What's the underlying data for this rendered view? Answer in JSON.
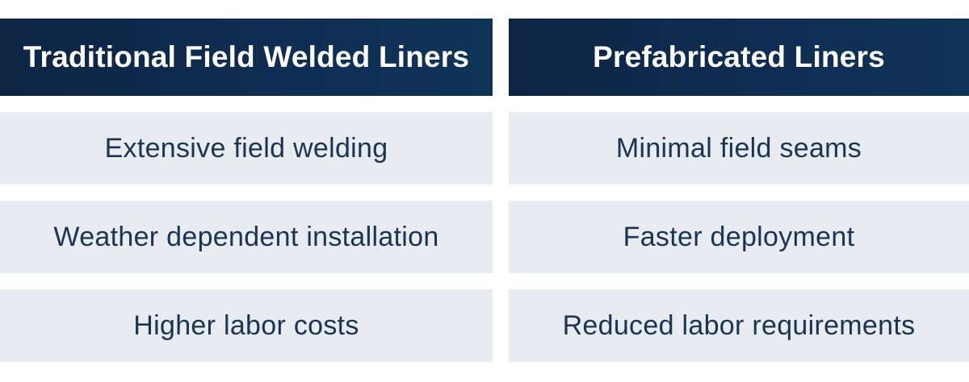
{
  "headers": [
    "Traditional Field Welded Liners",
    "Prefabricated Liners"
  ],
  "rows": [
    [
      "Extensive field welding",
      "Minimal field seams"
    ],
    [
      "Weather dependent installation",
      "Faster deployment"
    ],
    [
      "Higher labor costs",
      "Reduced labor requirements"
    ]
  ],
  "colors": {
    "header_bg": "#0f2d52",
    "header_text": "#ffffff",
    "cell_bg": "#e8ebef",
    "cell_text": "#1b3453"
  }
}
